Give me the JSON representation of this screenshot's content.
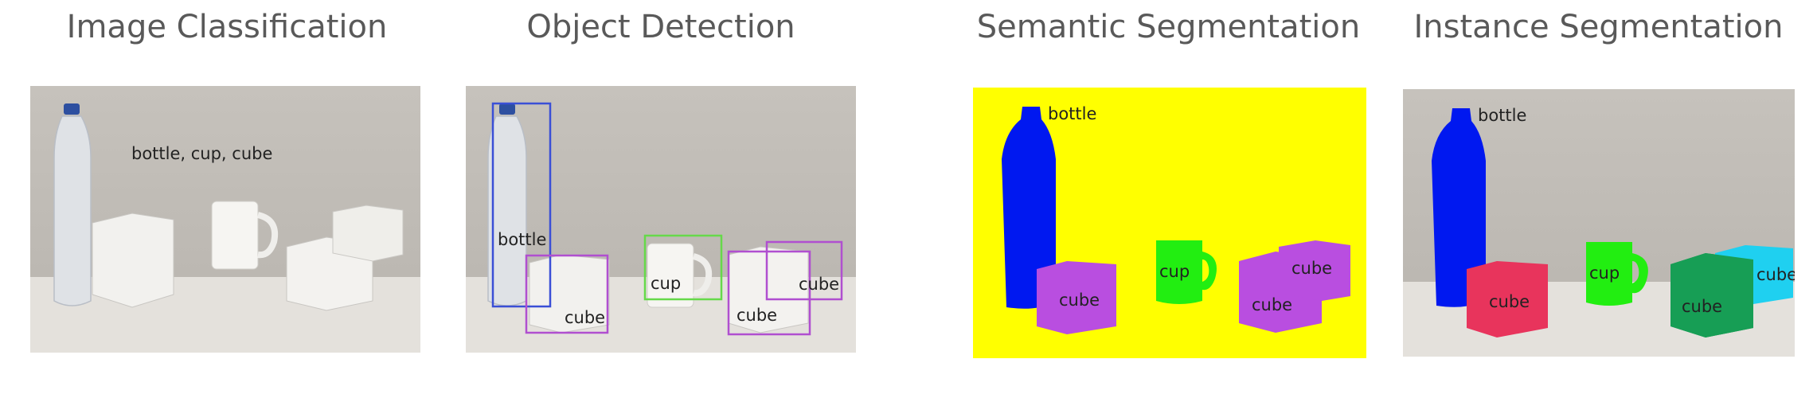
{
  "panels": [
    {
      "title": "Image Classification",
      "labels": [
        "bottle, cup, cube"
      ]
    },
    {
      "title": "Object Detection",
      "labels": [
        "bottle",
        "cube",
        "cup",
        "cube",
        "cube"
      ]
    },
    {
      "title": "Semantic Segmentation",
      "labels": [
        "bottle",
        "cube",
        "cup",
        "cube",
        "cube"
      ]
    },
    {
      "title": "Instance Segmentation",
      "labels": [
        "bottle",
        "cube",
        "cup",
        "cube",
        "cube"
      ]
    }
  ],
  "colors": {
    "photo_wall": "#c3bfb9",
    "photo_table": "#e6e3de",
    "box_bottle": "#3a4fd6",
    "box_cube": "#b04fd0",
    "box_cup": "#66d94a",
    "semantic_background": "#ffff00",
    "semantic_bottle": "#0018f0",
    "semantic_cup": "#22ee11",
    "semantic_cube": "#b94ee0",
    "instance_bottle": "#0018f0",
    "instance_cup": "#22ee11",
    "instance_cube_1": "#e8345c",
    "instance_cube_2": "#179e55",
    "instance_cube_3": "#1fd0f0"
  }
}
